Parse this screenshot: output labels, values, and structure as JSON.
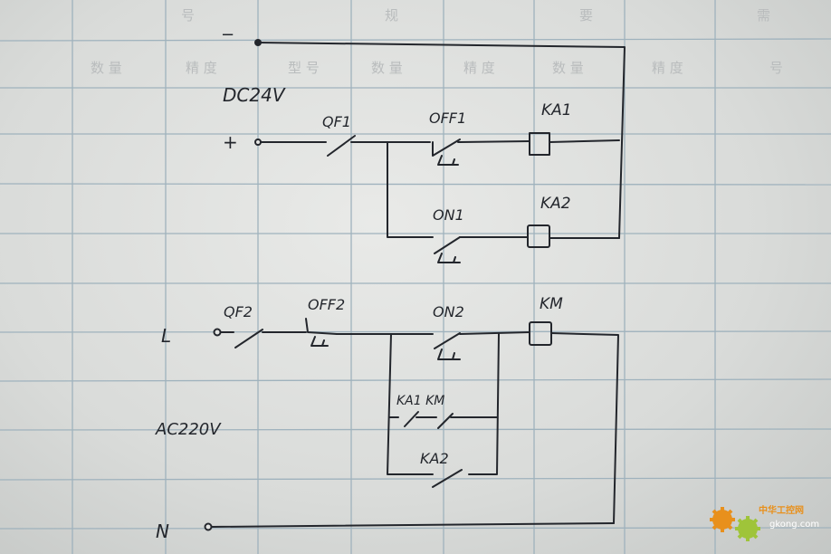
{
  "ghost_header": {
    "top_chars": [
      "号",
      "规",
      "要",
      "需"
    ],
    "row_chars": [
      "数 量",
      "精 度",
      "型 号",
      "数 量",
      "精 度",
      "数 量",
      "精 度",
      "号"
    ]
  },
  "dc_circuit": {
    "supply_label": "DC24V",
    "negative_terminal": "−",
    "positive_terminal": "+",
    "breaker": "QF1",
    "stop_button": "OFF1",
    "start_button": "ON1",
    "relay_1": "KA1",
    "relay_2": "KA2"
  },
  "ac_circuit": {
    "supply_label": "AC220V",
    "line_terminal": "L",
    "neutral_terminal": "N",
    "breaker": "QF2",
    "stop_button": "OFF2",
    "start_button": "ON2",
    "contactor": "KM",
    "holding_contacts": "KA1  KM",
    "relay_contact": "KA2"
  },
  "watermark": {
    "site_name": "中华工控网",
    "site_url": "gkong.com",
    "gear_colors": [
      "#e8901c",
      "#9fc43a"
    ]
  },
  "colors": {
    "ink": "#23262c",
    "grid": "#9fb2bd",
    "paper": "#e4e5e3"
  }
}
